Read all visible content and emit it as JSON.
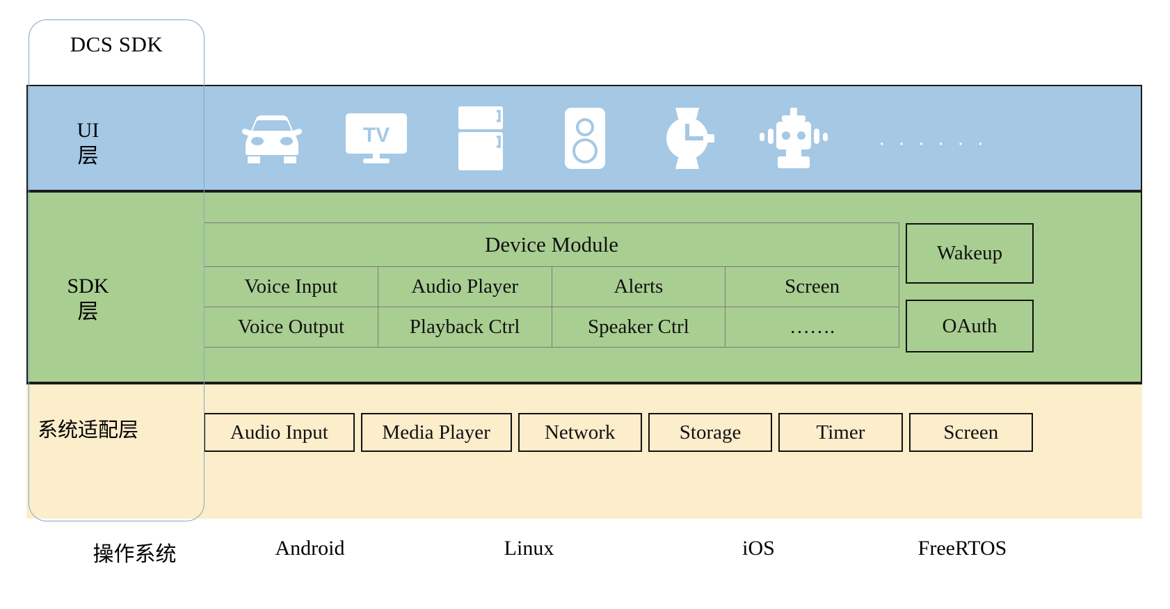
{
  "diagram": {
    "bracket_label": "DCS SDK",
    "bracket_color": "#7FA8C4"
  },
  "layers": {
    "ui": {
      "label": "UI\n层",
      "label_line1": "UI",
      "label_line2": "层",
      "color": "#A5C8E4",
      "devices": [
        {
          "name": "car-icon",
          "title": "Car"
        },
        {
          "name": "tv-icon",
          "title": "TV",
          "text": "TV"
        },
        {
          "name": "refrigerator-icon",
          "title": "Refrigerator"
        },
        {
          "name": "speaker-icon",
          "title": "Speaker"
        },
        {
          "name": "smartwatch-icon",
          "title": "Smart Watch"
        },
        {
          "name": "robot-icon",
          "title": "Robot"
        }
      ],
      "ellipsis": "· · · · · ·"
    },
    "sdk": {
      "label_line1": "SDK",
      "label_line2": "层",
      "color": "#A9CE92",
      "device_module": {
        "title": "Device Module",
        "rows": [
          [
            "Voice Input",
            "Audio Player",
            "Alerts",
            "Screen"
          ],
          [
            "Voice Output",
            "Playback Ctrl",
            "Speaker Ctrl",
            "……."
          ]
        ]
      },
      "side_boxes": [
        {
          "label": "Wakeup"
        },
        {
          "label": "OAuth"
        }
      ]
    },
    "adaptation": {
      "label": "系统适配层",
      "color": "#FCEDCB",
      "modules": [
        "Audio Input",
        "Media Player",
        "Network",
        "Storage",
        "Timer",
        "Screen"
      ]
    }
  },
  "os_row": {
    "title": "操作系统",
    "items": [
      "Android",
      "Linux",
      "iOS",
      "FreeRTOS"
    ]
  }
}
